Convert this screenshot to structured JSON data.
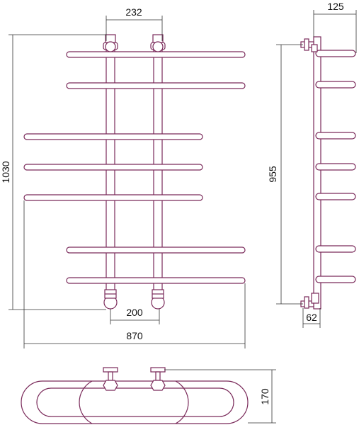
{
  "dimensions": {
    "riser_spacing_top": "232",
    "total_height": "1030",
    "bottom_connection_spacing": "200",
    "total_width": "870",
    "side_depth": "125",
    "connection_height": "955",
    "wall_offset": "62",
    "top_view_depth": "170"
  },
  "colors": {
    "pipe": "#7a2a5a",
    "dimension_line": "#333333",
    "text": "#111111"
  }
}
